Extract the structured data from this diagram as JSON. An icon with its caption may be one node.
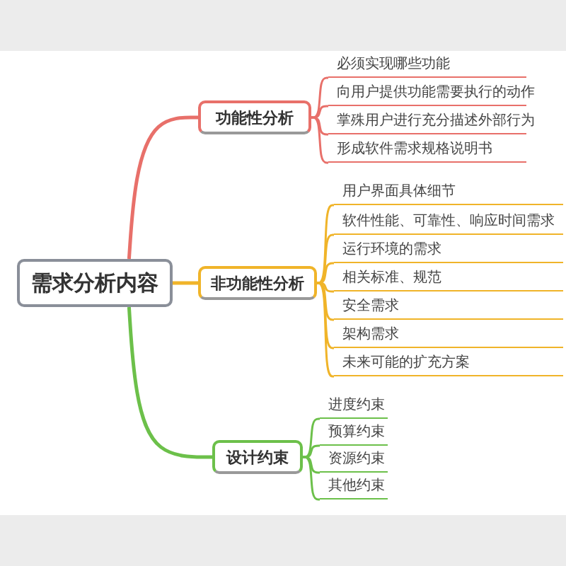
{
  "diagram": {
    "nodes": [
      {
        "text": [
          "需求分析内容"
        ]
      },
      {
        "text": [
          "功能性分析"
        ]
      },
      {
        "text": [
          "必须实现哪些功能"
        ]
      },
      {
        "text": [
          "向用户提供功能需要执行的动作"
        ]
      },
      {
        "text": [
          "掌殊用户进行充分描述外部行为"
        ]
      },
      {
        "text": [
          "形成软件需求规格说明书"
        ]
      },
      {
        "text": [
          "非功能性分析"
        ]
      },
      {
        "text": [
          "用户界面具体细节"
        ]
      },
      {
        "text": [
          "软件性能、可靠性、响应时间需求"
        ]
      },
      {
        "text": [
          "运行环境的需求"
        ]
      },
      {
        "text": [
          "相关标准、规范"
        ]
      },
      {
        "text": [
          "安全需求"
        ]
      },
      {
        "text": [
          "架构需求"
        ]
      },
      {
        "text": [
          "未来可能的扩充方案"
        ]
      },
      {
        "text": [
          "设计约束"
        ]
      },
      {
        "text": [
          "进度约束"
        ]
      },
      {
        "text": [
          "预算约束"
        ]
      },
      {
        "text": [
          "资源约束"
        ]
      },
      {
        "text": [
          "其他约束"
        ]
      }
    ],
    "edges": [
      {
        "from": 0,
        "to": 1,
        "arrow": "none",
        "color": "#e8706a"
      },
      {
        "from": 1,
        "to": 2,
        "arrow": "none",
        "color": "#e8706a"
      },
      {
        "from": 1,
        "to": 3,
        "arrow": "none",
        "color": "#e8706a"
      },
      {
        "from": 1,
        "to": 4,
        "arrow": "none",
        "color": "#e8706a"
      },
      {
        "from": 1,
        "to": 5,
        "arrow": "none",
        "color": "#e8706a"
      },
      {
        "from": 0,
        "to": 6,
        "arrow": "none",
        "color": "#f0b429"
      },
      {
        "from": 6,
        "to": 7,
        "arrow": "none",
        "color": "#f0b429"
      },
      {
        "from": 6,
        "to": 8,
        "arrow": "none",
        "color": "#f0b429"
      },
      {
        "from": 6,
        "to": 9,
        "arrow": "none",
        "color": "#f0b429"
      },
      {
        "from": 6,
        "to": 10,
        "arrow": "none",
        "color": "#f0b429"
      },
      {
        "from": 6,
        "to": 11,
        "arrow": "none",
        "color": "#f0b429"
      },
      {
        "from": 6,
        "to": 12,
        "arrow": "none",
        "color": "#f0b429"
      },
      {
        "from": 6,
        "to": 13,
        "arrow": "none",
        "color": "#f0b429"
      },
      {
        "from": 0,
        "to": 14,
        "arrow": "none",
        "color": "#6cc04a"
      },
      {
        "from": 14,
        "to": 15,
        "arrow": "none",
        "color": "#6cc04a"
      },
      {
        "from": 14,
        "to": 16,
        "arrow": "none",
        "color": "#6cc04a"
      },
      {
        "from": 14,
        "to": 17,
        "arrow": "none",
        "color": "#6cc04a"
      },
      {
        "from": 14,
        "to": 18,
        "arrow": "none",
        "color": "#6cc04a"
      }
    ]
  }
}
